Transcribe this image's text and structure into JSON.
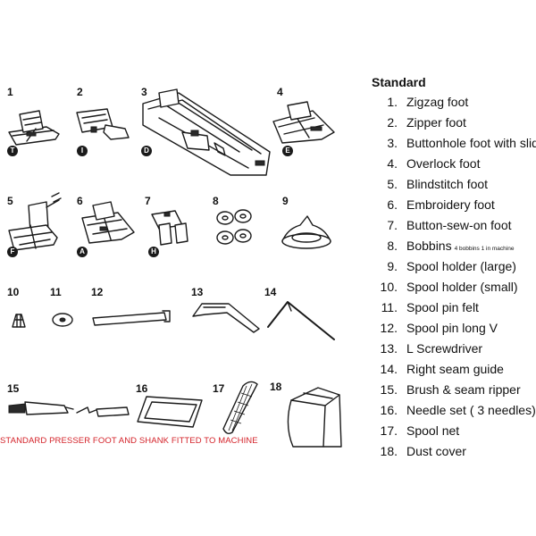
{
  "legend": {
    "title": "Standard",
    "items": [
      {
        "number": "1.",
        "label": "Zigzag foot"
      },
      {
        "number": "2.",
        "label": "Zipper foot"
      },
      {
        "number": "3.",
        "label": "Buttonhole foot with slide"
      },
      {
        "number": "4.",
        "label": "Overlock foot"
      },
      {
        "number": "5.",
        "label": "Blindstitch foot"
      },
      {
        "number": "6.",
        "label": "Embroidery foot"
      },
      {
        "number": "7.",
        "label": "Button-sew-on foot"
      },
      {
        "number": "8.",
        "label": "Bobbins",
        "note": "4 bobbins 1 in machine"
      },
      {
        "number": "9.",
        "label": "Spool holder (large)"
      },
      {
        "number": "10.",
        "label": "Spool holder (small)"
      },
      {
        "number": "11.",
        "label": "Spool pin felt"
      },
      {
        "number": "12.",
        "label": "Spool pin long V"
      },
      {
        "number": "13.",
        "label": "L Screwdriver"
      },
      {
        "number": "14.",
        "label": "Right seam guide"
      },
      {
        "number": "15.",
        "label": "Brush & seam ripper"
      },
      {
        "number": "16.",
        "label": "Needle set ( 3 needles)"
      },
      {
        "number": "17.",
        "label": "Spool net"
      },
      {
        "number": "18.",
        "label": "Dust cover"
      }
    ]
  },
  "figure": {
    "numbers": [
      "1",
      "2",
      "3",
      "4",
      "5",
      "6",
      "7",
      "8",
      "9",
      "10",
      "11",
      "12",
      "13",
      "14",
      "15",
      "16",
      "17",
      "18"
    ],
    "badges": {
      "zigzag": "T",
      "zipper": "I",
      "buttonhole": "D",
      "overlock": "E",
      "blindstitch": "F",
      "embroidery": "A",
      "button_sew": "H"
    },
    "caption": "STANDARD PRESSER FOOT AND SHANK FITTED TO MACHINE",
    "caption_color": "#d4232a"
  }
}
